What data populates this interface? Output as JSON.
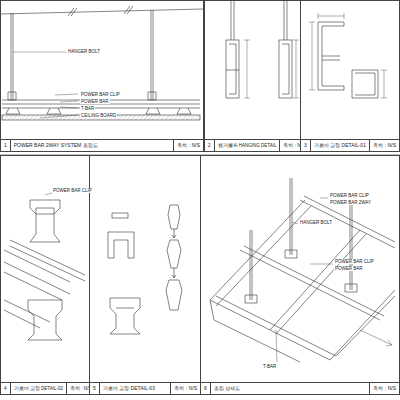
{
  "diagram": {
    "nodes": [
      {
        "text": [
          "POWER BAR 2WAY SYSTEM 조립도",
          "축척 : N/S",
          "1"
        ]
      },
      {
        "text": [
          "행거볼트 HANGING DETAIL",
          "축척 : N/S",
          "2"
        ]
      },
      {
        "text": [
          "가로바 고정 DETAIL-01",
          "축척 : N/S",
          "3"
        ]
      },
      {
        "text": [
          "가로바 고정 DETAIL-02",
          "축척 : N/S",
          "4"
        ]
      },
      {
        "text": [
          "가로바 고정 DETAIL-03",
          "축척 : N/S",
          "5"
        ]
      },
      {
        "text": [
          "조립 상세도",
          "축척 : N/S",
          "6"
        ]
      }
    ],
    "labels": [
      "HANGER BOLT",
      "POWER BAR CLIP",
      "POWER BAR",
      "T-BAR",
      "CEILING BOARD",
      "HANGER BOLT",
      "POWER BAR CLIP",
      "POWER BAR 2WAY",
      "POWER BAR CLIP",
      "POWER BAR",
      "T-BAR",
      "POWER BAR CLIP"
    ]
  }
}
